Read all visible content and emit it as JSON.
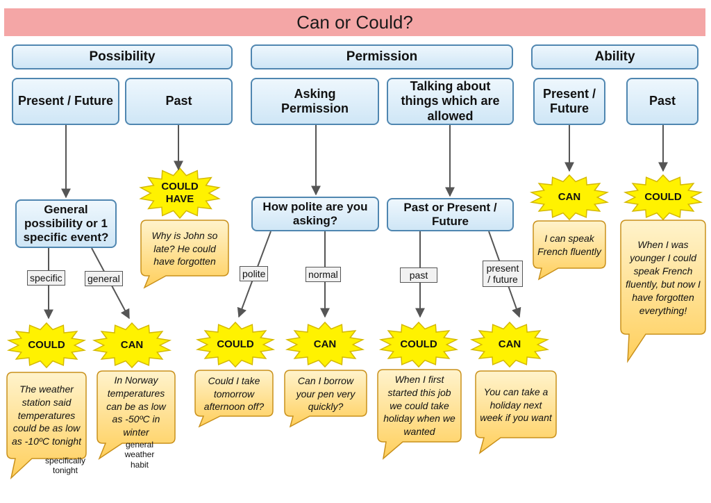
{
  "title": "Can or Could?",
  "categories": {
    "possibility": "Possibility",
    "permission": "Permission",
    "ability": "Ability"
  },
  "boxes": {
    "poss_present": "Present / Future",
    "poss_past": "Past",
    "perm_asking": "Asking Permission",
    "perm_allowed": "Talking about things which are allowed",
    "abil_present": "Present / Future",
    "abil_past": "Past",
    "general_q": "General possibility or 1 specific event?",
    "polite_q": "How polite are you asking?",
    "past_present_q": "Past or Present / Future"
  },
  "tags": {
    "specific": "specific",
    "general": "general",
    "polite": "polite",
    "normal": "normal",
    "past": "past",
    "present_future": "present / future"
  },
  "bursts": {
    "could_have": "COULD HAVE",
    "could_specific": "COULD",
    "can_general": "CAN",
    "could_polite": "COULD",
    "can_normal": "CAN",
    "could_past": "COULD",
    "can_present": "CAN",
    "can_ability": "CAN",
    "could_ability": "COULD"
  },
  "examples": {
    "john": "Why is John so late? He could have forgotten",
    "weather": "The weather station said temperatures could be as low as -10ºC tonight",
    "norway": "In Norway temperatures can be as low as -50ºC in winter",
    "afternoon": "Could I take tomorrow afternoon off?",
    "pen": "Can I borrow your pen very quickly?",
    "job": "When I first started this job we could take holiday when we wanted",
    "holiday": "You can take a holiday next week if you want",
    "french": "I can speak French fluently",
    "younger": "When I was younger I could speak French fluently, but now I have forgotten everything!"
  },
  "notes": {
    "specifically": "specifically tonight",
    "habit": "general weather habit"
  },
  "colors": {
    "title_bg": "#f4a6a6",
    "box_border": "#4f86b0",
    "burst_fill": "#fff200",
    "burst_stroke": "#d4b800",
    "bubble_fill": "#ffcf5c",
    "bubble_stroke": "#c9901a",
    "arrow": "#555555"
  }
}
